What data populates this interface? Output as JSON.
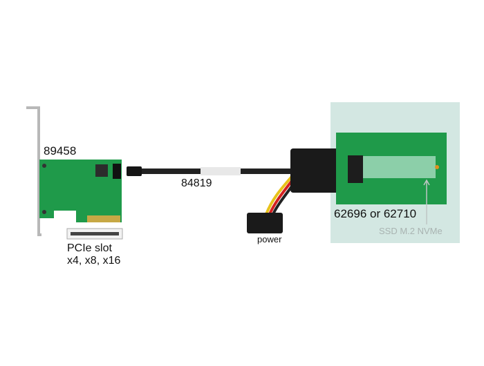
{
  "labels": {
    "card_part": "89458",
    "cable_part": "84819",
    "adapter_part": "62696 or 62710",
    "pcie_slot_line1": "PCIe slot",
    "pcie_slot_line2": "x4, x8, x16",
    "power": "power",
    "ssd": "SSD M.2 NVMe"
  },
  "colors": {
    "pcb_green": "#1f9a4a",
    "panel_bg": "#d3e7e2",
    "ssd_label": "#a9b3b1"
  }
}
